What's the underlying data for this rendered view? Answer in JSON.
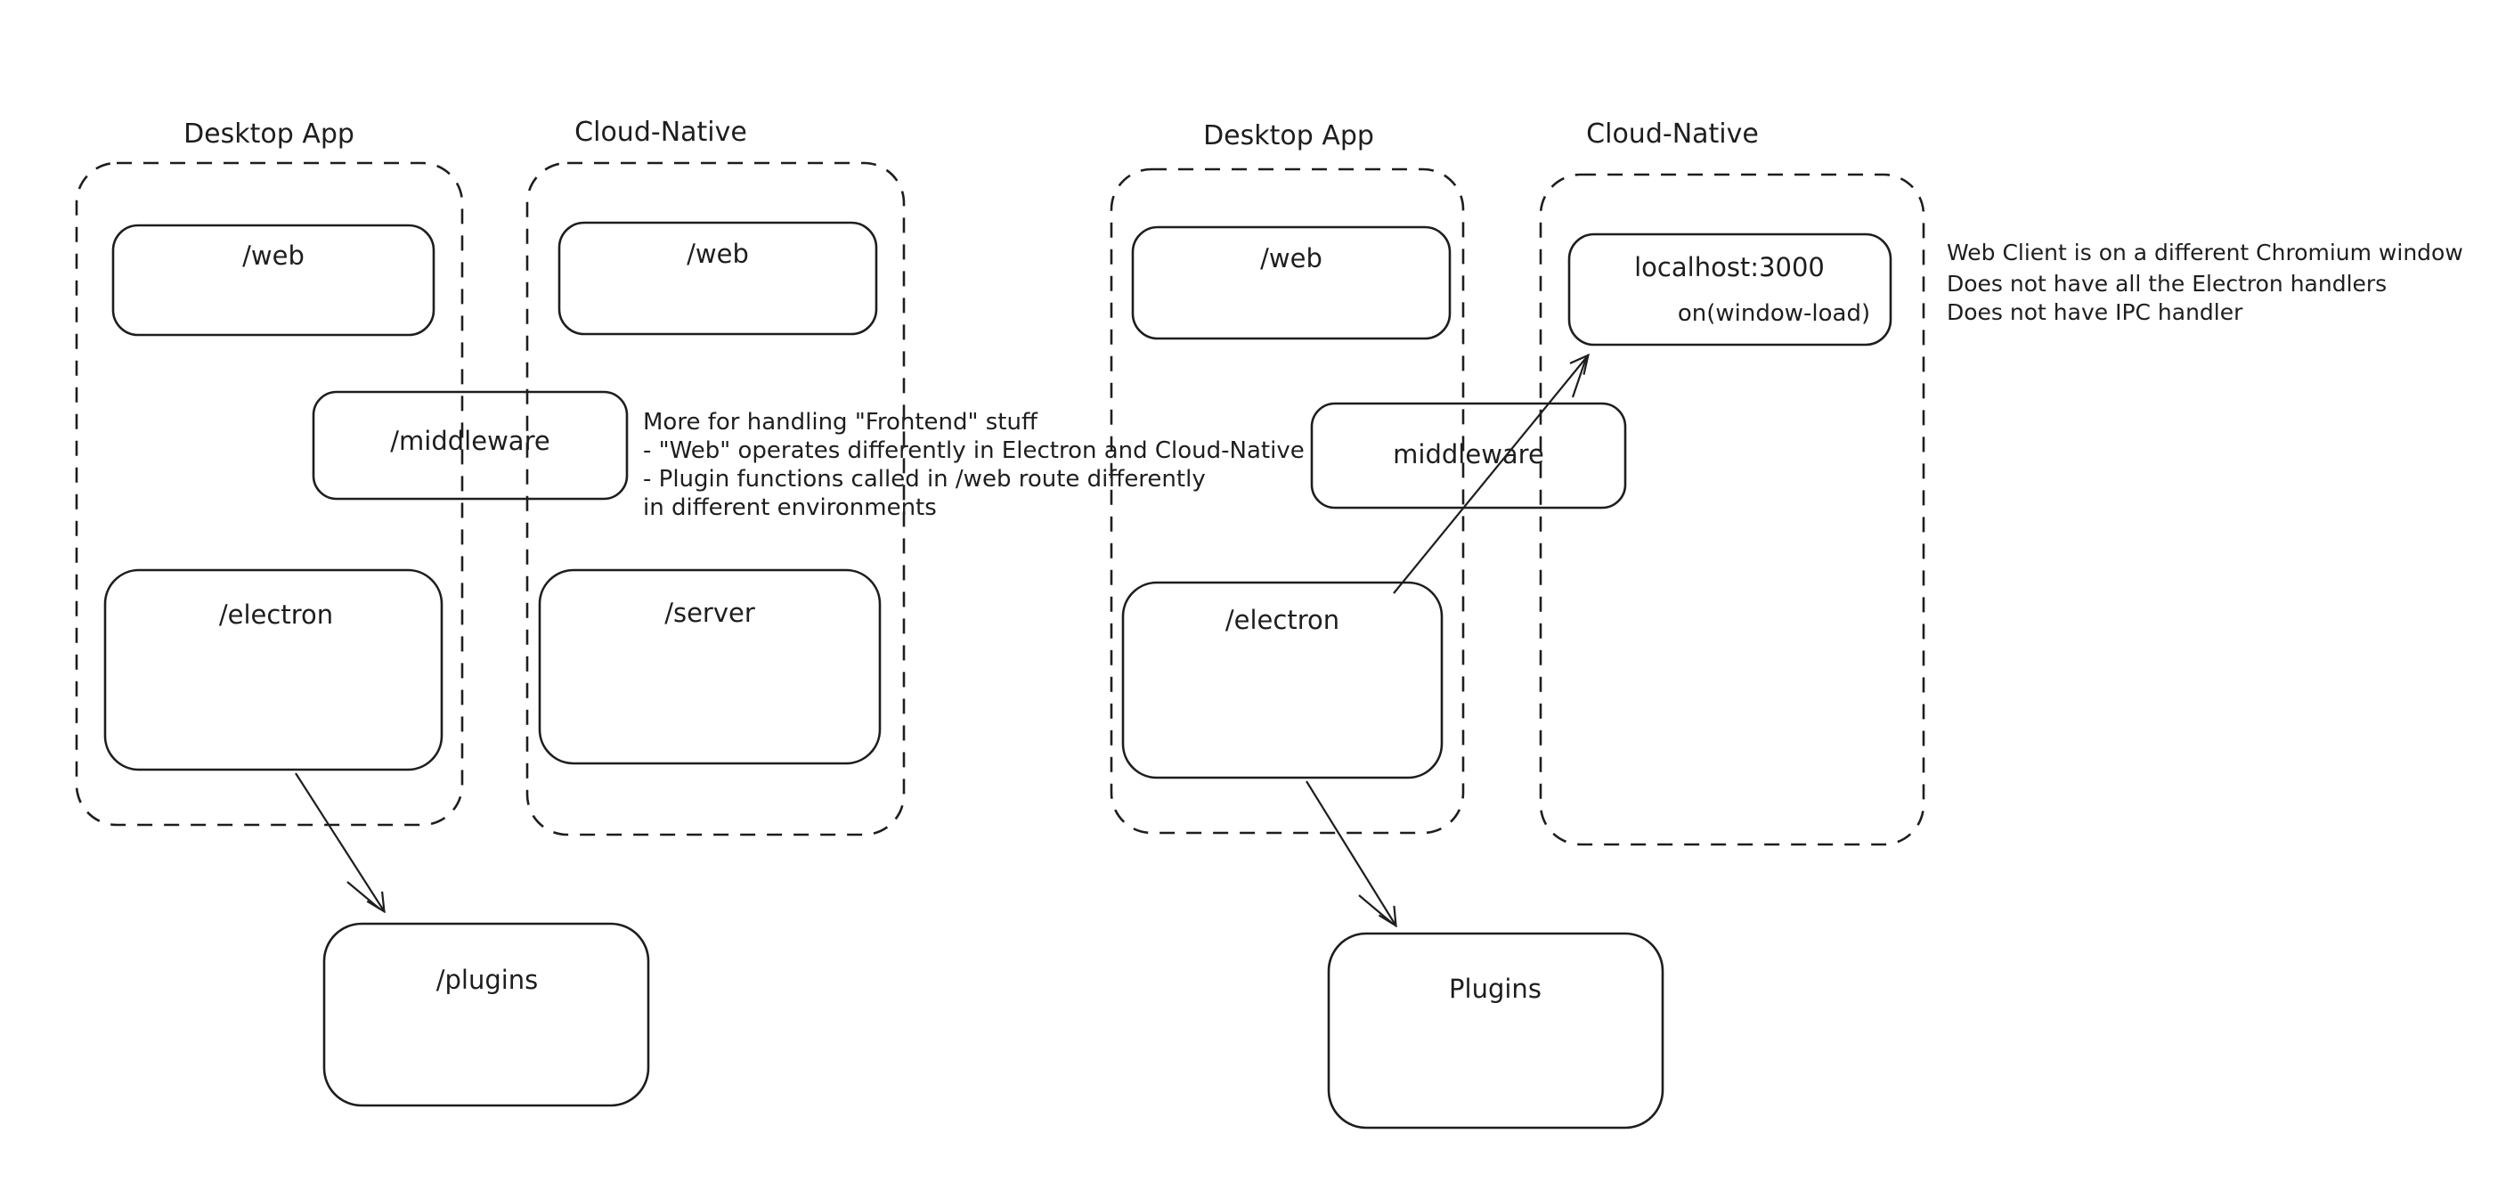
{
  "colors": {
    "ink": "#1e1e1e",
    "green": "#4f9e56",
    "red": "#cd4036",
    "background": "#ffffff"
  },
  "left_diagram": {
    "desktop_title": "Desktop App",
    "cloud_title": "Cloud-Native",
    "desktop_web": "/web",
    "cloud_web": "/web",
    "middleware": "/middleware",
    "electron": "/electron",
    "server": "/server",
    "plugins": "/plugins",
    "green_note_lines": [
      "More for handling \"Frontend\" stuff",
      "- \"Web\" operates differently in Electron and Cloud-Native",
      "- Plugin functions called in /web route differently",
      "in different environments"
    ]
  },
  "right_diagram": {
    "desktop_title": "Desktop App",
    "cloud_title": "Cloud-Native",
    "desktop_web": "/web",
    "localhost": "localhost:3000",
    "window_load": "on(window-load)",
    "middleware": "middleware",
    "electron": "/electron",
    "plugins": "Plugins",
    "red_note_lines": [
      "Web Client is on a different Chromium window",
      "Does not have all the Electron handlers",
      "Does not have IPC handler"
    ]
  }
}
